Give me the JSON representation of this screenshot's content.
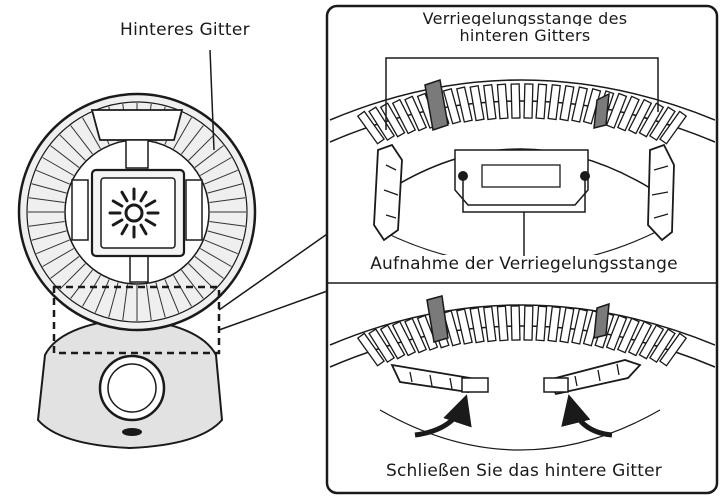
{
  "labels": {
    "rear_grille": "Hinteres Gitter",
    "lock_rod_line1": "Verriegelungsstange des",
    "lock_rod_line2": "hinteren Gitters",
    "lock_receiver": "Aufnahme der Verriegelungsstange",
    "close_instruction": "Schließen Sie das hintere Gitter"
  },
  "colors": {
    "line": "#1a1a1a",
    "grille_fill": "#efefef",
    "rod_fill": "#7a7a7a",
    "base_fill": "#e2e2e2"
  },
  "icons": {
    "fan_center": "sun-burst-icon",
    "rotate_arrows": "curved-arrow-icon"
  }
}
